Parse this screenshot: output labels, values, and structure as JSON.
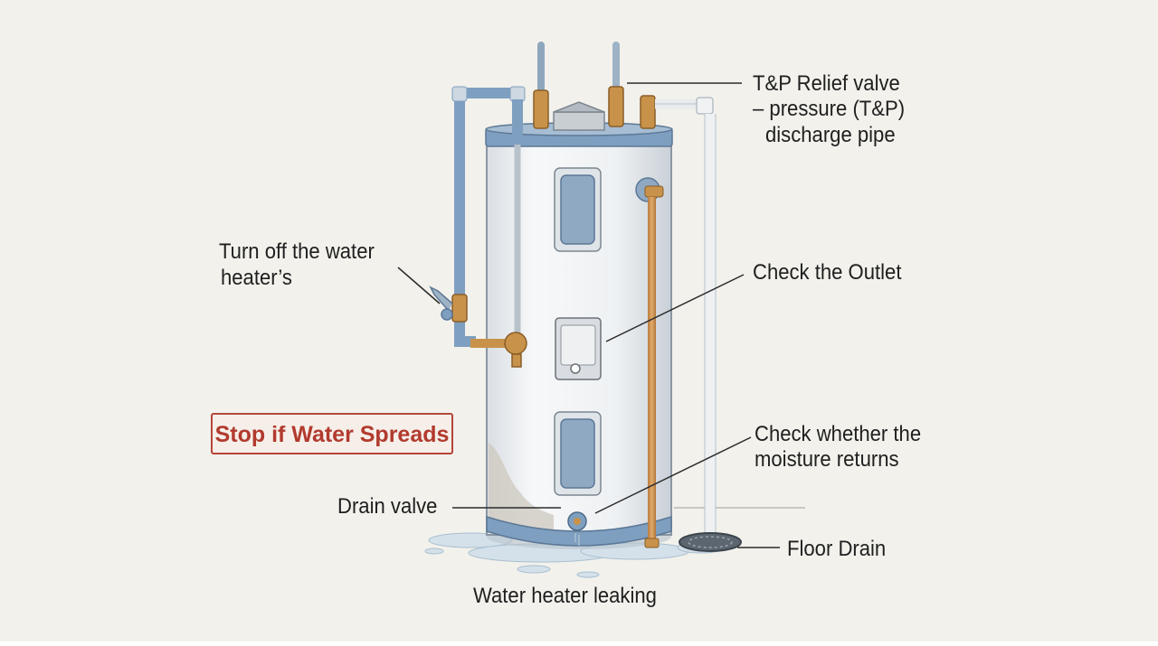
{
  "labels": {
    "tp_line1": "T&P Relief valve",
    "tp_line2": "– pressure (T&P)",
    "tp_line3": "discharge pipe",
    "turn_off_line1": "Turn off the water",
    "turn_off_line2": "heater’s",
    "check_outlet": "Check the Outlet",
    "warning": "Stop if Water Spreads",
    "moisture_line1": "Check whether the",
    "moisture_line2": "moisture returns",
    "drain_valve": "Drain valve",
    "floor_drain": "Floor Drain",
    "caption": "Water heater leaking"
  },
  "colors": {
    "background": "#f2f1ec",
    "tank_body": "#eef1f3",
    "tank_trim": "#6d8fb1",
    "brass": "#c8924a",
    "copper_pipe": "#d39a5a",
    "warning_red": "#b23a2e",
    "water": "#cfdde8"
  }
}
